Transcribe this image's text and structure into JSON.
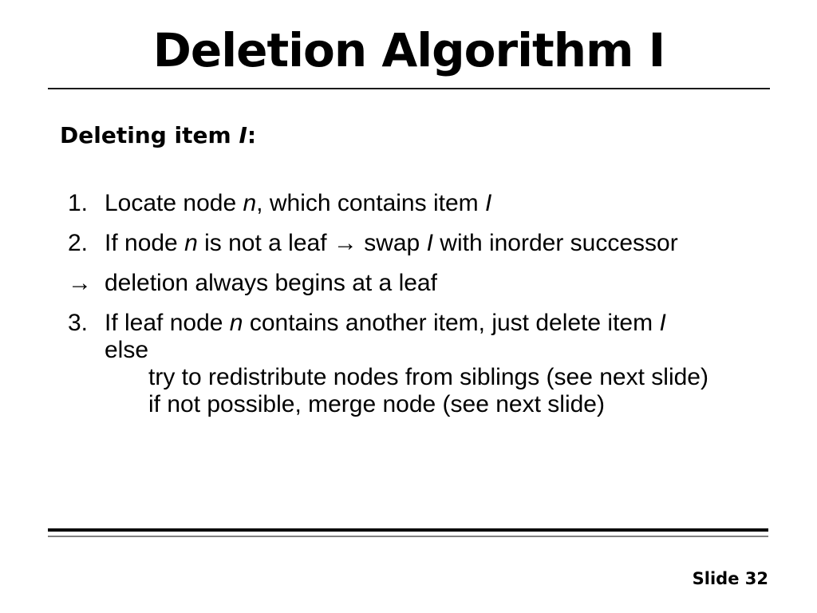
{
  "slide_title": "Deletion Algorithm I",
  "heading": {
    "text_before": "Deleting item ",
    "item_var": "I",
    "text_after": ":"
  },
  "steps": {
    "step1": {
      "marker": "1.",
      "s0": "Locate node ",
      "s1": "n",
      "s2": ", which contains item ",
      "s3": "I"
    },
    "step2": {
      "marker": "2.",
      "s0": "If node ",
      "s1": "n",
      "s2": " is not a leaf ",
      "arrow": "→",
      "s3": " swap ",
      "s4": "I",
      "s5": " with inorder successor"
    },
    "note": {
      "marker": "→",
      "s0": "deletion always begins at a leaf"
    },
    "step3": {
      "marker": "3.",
      "s0": "If leaf node ",
      "s1": "n",
      "s2": " contains another item, just delete item ",
      "s3": "I",
      "line2": "else",
      "line3": "try to redistribute nodes from siblings (see next slide)",
      "line4": "if not possible, merge node (see next slide)"
    }
  },
  "footer": {
    "slide_number_label": "Slide 32"
  },
  "colors": {
    "background": "#ffffff",
    "text": "#000000",
    "rule_top": "#1a1a1a",
    "rule_bottom_thick": "#000000",
    "rule_bottom_thin": "#808080"
  }
}
